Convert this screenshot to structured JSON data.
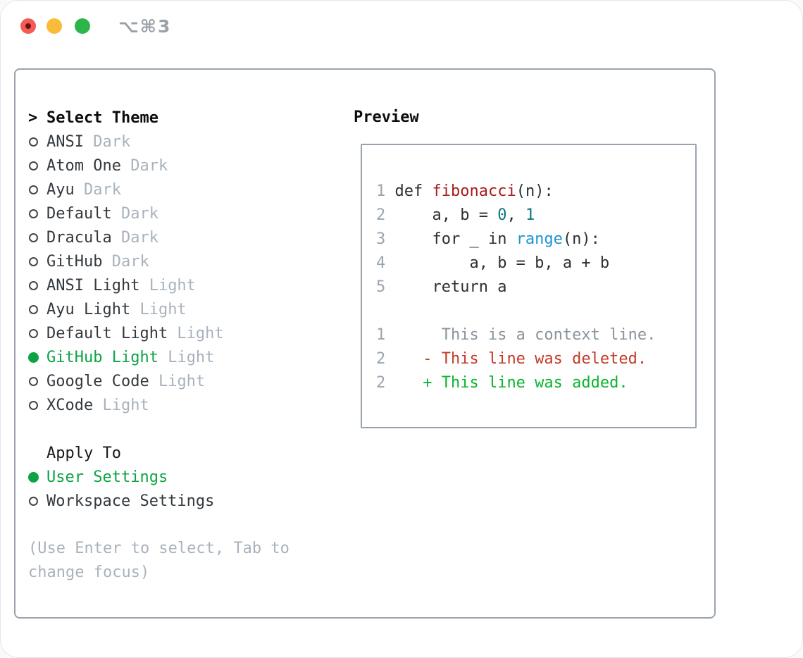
{
  "window": {
    "shortcut_label": "⌥⌘3"
  },
  "colors": {
    "traffic_red": "#f25c54",
    "traffic_red_dot": "#6f100b",
    "traffic_yellow": "#f8bc38",
    "traffic_green": "#2cb64a",
    "border": "#9aa3ad",
    "accent_green": "#0da344",
    "muted": "#a9b2bc",
    "muted_dark": "#9aa1a8",
    "text_dark": "#34393e",
    "line_number": "#9aa4ae",
    "foreground": "#2b2f33",
    "function": "#a81d1d",
    "number": "#0e7680",
    "builtin": "#1d95d0",
    "context": "#8b939c",
    "deleted": "#c23b28",
    "added": "#0bb32f"
  },
  "theme_picker": {
    "cursor": ">",
    "header": "Select Theme",
    "themes": [
      {
        "name": "ANSI",
        "variant": "Dark",
        "selected": false
      },
      {
        "name": "Atom One",
        "variant": "Dark",
        "selected": false
      },
      {
        "name": "Ayu",
        "variant": "Dark",
        "selected": false
      },
      {
        "name": "Default",
        "variant": "Dark",
        "selected": false
      },
      {
        "name": "Dracula",
        "variant": "Dark",
        "selected": false
      },
      {
        "name": "GitHub",
        "variant": "Dark",
        "selected": false
      },
      {
        "name": "ANSI Light",
        "variant": "Light",
        "selected": false
      },
      {
        "name": "Ayu Light",
        "variant": "Light",
        "selected": false
      },
      {
        "name": "Default Light",
        "variant": "Light",
        "selected": false
      },
      {
        "name": "GitHub Light",
        "variant": "Light",
        "selected": true
      },
      {
        "name": "Google Code",
        "variant": "Light",
        "selected": false
      },
      {
        "name": "XCode",
        "variant": "Light",
        "selected": false
      }
    ],
    "apply_to": {
      "header": "Apply To",
      "options": [
        {
          "label": "User Settings",
          "selected": true
        },
        {
          "label": "Workspace Settings",
          "selected": false
        }
      ]
    },
    "help_lines": [
      "(Use Enter to select, Tab to",
      "change focus)"
    ]
  },
  "preview": {
    "header": "Preview",
    "code_lines": [
      [
        {
          "t": "1 ",
          "c": "line_number"
        },
        {
          "t": "def ",
          "c": "foreground"
        },
        {
          "t": "fibonacci",
          "c": "function"
        },
        {
          "t": "(n):",
          "c": "foreground"
        }
      ],
      [
        {
          "t": "2 ",
          "c": "line_number"
        },
        {
          "t": "    a, b = ",
          "c": "foreground"
        },
        {
          "t": "0",
          "c": "number"
        },
        {
          "t": ", ",
          "c": "foreground"
        },
        {
          "t": "1",
          "c": "number"
        }
      ],
      [
        {
          "t": "3 ",
          "c": "line_number"
        },
        {
          "t": "    for _ in ",
          "c": "foreground"
        },
        {
          "t": "range",
          "c": "builtin"
        },
        {
          "t": "(n):",
          "c": "foreground"
        }
      ],
      [
        {
          "t": "4 ",
          "c": "line_number"
        },
        {
          "t": "        a, b = b, a + b",
          "c": "foreground"
        }
      ],
      [
        {
          "t": "5 ",
          "c": "line_number"
        },
        {
          "t": "    return a",
          "c": "foreground"
        }
      ],
      [],
      [
        {
          "t": "1 ",
          "c": "line_number"
        },
        {
          "t": "     This is a context line.",
          "c": "context"
        }
      ],
      [
        {
          "t": "2 ",
          "c": "line_number"
        },
        {
          "t": "   - This line was deleted.",
          "c": "deleted"
        }
      ],
      [
        {
          "t": "2 ",
          "c": "line_number"
        },
        {
          "t": "   + This line was added.",
          "c": "added"
        }
      ]
    ]
  }
}
